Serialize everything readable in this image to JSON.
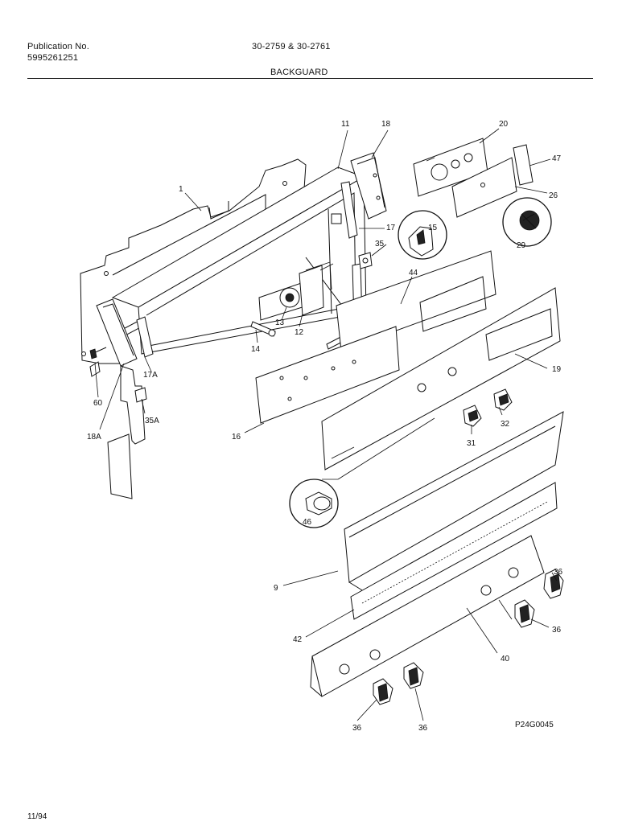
{
  "header": {
    "pub_label": "Publication No.",
    "pub_number": "5995261251",
    "models": "30-2759 & 30-2761",
    "section_title": "BACKGUARD"
  },
  "footer": {
    "date": "11/94",
    "drawing_code": "P24G0045"
  },
  "callouts": [
    "1",
    "11",
    "18",
    "20",
    "47",
    "17",
    "15",
    "26",
    "35",
    "29",
    "44",
    "13",
    "12",
    "14",
    "19",
    "17A",
    "60",
    "35A",
    "16",
    "32",
    "31",
    "18A",
    "46",
    "9",
    "36",
    "36",
    "42",
    "40",
    "36",
    "36"
  ]
}
